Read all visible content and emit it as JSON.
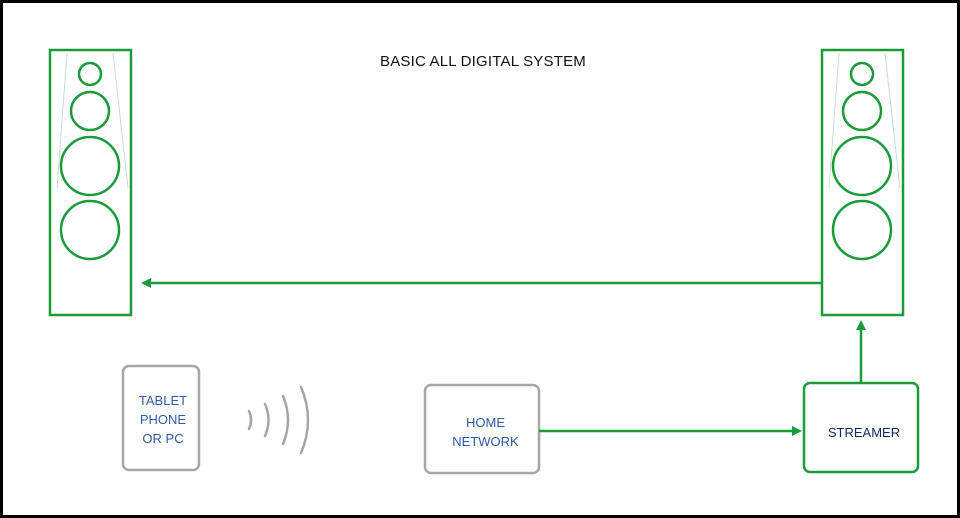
{
  "title": "BASIC ALL DIGITAL SYSTEM",
  "nodes": {
    "tablet": {
      "lines": [
        "TABLET",
        "PHONE",
        "OR PC"
      ]
    },
    "home_network": {
      "lines": [
        "HOME",
        "NETWORK"
      ]
    },
    "streamer": {
      "label": "STREAMER"
    }
  },
  "colors": {
    "accent_green": "#1a9a3a",
    "node_gray": "#a6a6a6",
    "label_blue": "#2f5aa8",
    "streamer_text": "#0d2a5e"
  }
}
